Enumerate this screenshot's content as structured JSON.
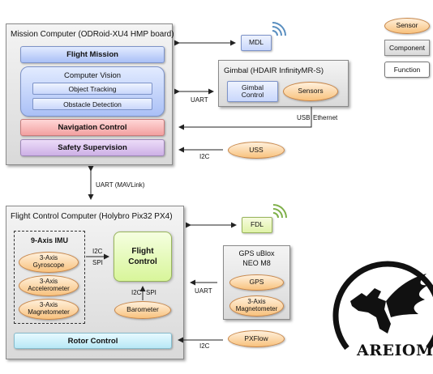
{
  "legend": {
    "sensor": "Sensor",
    "component": "Component",
    "function": "Function"
  },
  "mission_computer": {
    "title": "Mission Computer (ODRoid-XU4 HMP board)",
    "flight_mission": "Flight Mission",
    "computer_vision": "Computer Vision",
    "object_tracking": "Object Tracking",
    "obstacle_detection": "Obstacle Detection",
    "navigation_control": "Navigation Control",
    "safety_supervision": "Safety Supervision"
  },
  "gimbal": {
    "title": "Gimbal (HDAIR InfinityMR-S)",
    "control": "Gimbal\nControl",
    "sensors": "Sensors"
  },
  "mdl": "MDL",
  "uss": "USS",
  "fdl": "FDL",
  "pxflow": "PXFlow",
  "links": {
    "uart_gimbal": "UART",
    "usb": "USB",
    "ethernet": "Ethernet",
    "i2c_uss": "I2C",
    "uart_mavlink": "UART (MAVLink)",
    "uart_gps": "UART",
    "i2c_pxflow": "I2C",
    "i2c_imu": "I2C",
    "spi_imu": "SPI",
    "i2c_baro": "I2C",
    "spi_baro": "SPI"
  },
  "flight_control_computer": {
    "title": "Flight Control Computer (Holybro Pix32 PX4)",
    "imu_title": "9-Axis IMU",
    "gyroscope": "3-Axis\nGyroscope",
    "accelerometer": "3-Axis\nAccelerometer",
    "magnetometer": "3-Axis\nMagnetometer",
    "flight_control": "Flight\nControl",
    "barometer": "Barometer",
    "rotor_control": "Rotor Control"
  },
  "gps": {
    "title": "GPS uBlox\nNEO M8",
    "gps": "GPS",
    "magnetometer": "3-Axis\nMagnetometer"
  },
  "logo": {
    "text": "AREIOM"
  }
}
